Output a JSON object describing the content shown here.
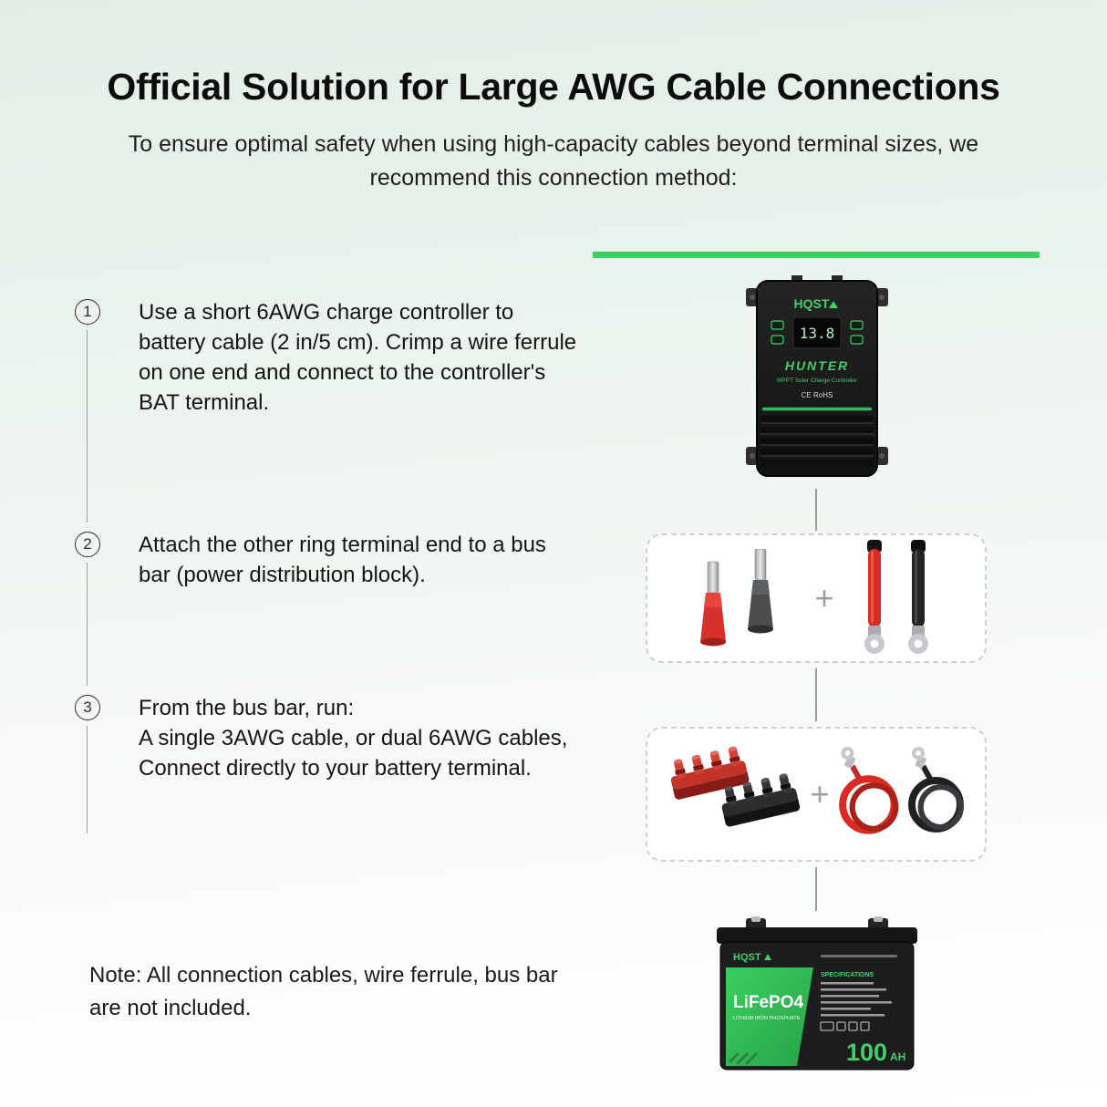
{
  "header": {
    "title": "Official Solution for Large AWG Cable Connections",
    "subtitle": "To ensure optimal safety when using high-capacity cables beyond terminal sizes, we recommend this connection method:"
  },
  "steps": [
    {
      "num": "1",
      "text": "Use a short 6AWG charge controller to battery cable (2 in/5 cm). Crimp a wire ferrule on one end and connect to the controller's BAT terminal."
    },
    {
      "num": "2",
      "text": "Attach the other ring terminal end to a bus bar (power distribution block)."
    },
    {
      "num": "3",
      "text": "From the bus bar, run:\nA single 3AWG cable, or dual 6AWG cables,\nConnect directly to your battery terminal."
    }
  ],
  "note": "Note: All connection cables, wire ferrule, bus bar are not included.",
  "diagram": {
    "plus": "+",
    "controller": {
      "brand": "HQST",
      "display_value": "13.8",
      "model": "HUNTER",
      "tagline": "MPPT Solar Charge Controller",
      "cert": "CE RoHS"
    },
    "battery": {
      "brand": "HQST",
      "name": "LiFePO4",
      "subtitle": "LITHIUM IRON PHOSPHATE",
      "spec_header": "SPECIFICATIONS",
      "capacity": "100",
      "capacity_unit": "AH"
    }
  },
  "colors": {
    "accent_green": "#3ed05f",
    "cable_red": "#d92b22",
    "cable_black": "#232326"
  }
}
